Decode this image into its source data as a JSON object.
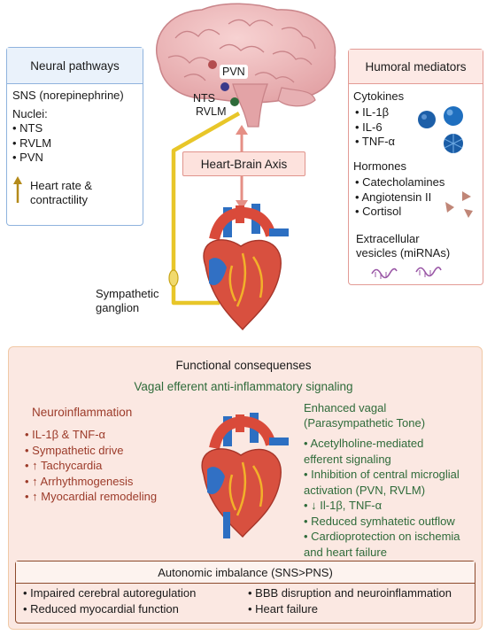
{
  "neural": {
    "title": "Neural pathways",
    "sns": "SNS (norepinephrine)",
    "nuclei_label": "Nuclei:",
    "nuclei": [
      "• NTS",
      "• RVLM",
      "• PVN"
    ],
    "hr_line1": "Heart rate &",
    "hr_line2": "contractility"
  },
  "humoral": {
    "title": "Humoral mediators",
    "cytokines_label": "Cytokines",
    "cytokines": [
      "• IL-1β",
      "• IL-6",
      "• TNF-α"
    ],
    "hormones_label": "Hormones",
    "hormones": [
      "• Catecholamines",
      "• Angiotensin II",
      "• Cortisol"
    ],
    "ev_line1": "Extracellular",
    "ev_line2": "vesicles (miRNAs)"
  },
  "brain_labels": {
    "pvn": "PVN",
    "nts": "NTS",
    "rvlm": "RVLM"
  },
  "axis_label": "Heart-Brain Axis",
  "ganglion": {
    "line1": "Sympathetic",
    "line2": "ganglion"
  },
  "functional": {
    "title": "Functional consequenses",
    "subtitle": "Vagal efferent anti-inflammatory signaling",
    "neuro_title": "Neuroinflammation",
    "neuro_items": [
      "• IL-1β & TNF-α",
      "• Sympathetic drive",
      "• ↑ Tachycardia",
      "• ↑ Arrhythmogenesis",
      "• ↑ Myocardial remodeling"
    ],
    "vagal_title_1": "Enhanced vagal",
    "vagal_title_2": "(Parasympathetic Tone)",
    "vagal_items": [
      "• Acetylholine-mediated",
      "efferent signaling",
      "• Inhibition of central microglial",
      "activation (PVN, RVLM)",
      "• ↓ Il-1β, TNF-α",
      "• Reduced symhatetic outflow",
      "• Cardioprotection on ischemia",
      "and heart failure"
    ]
  },
  "imbalance": {
    "title": "Autonomic imbalance (SNS>PNS)",
    "left": [
      "• Impaired cerebral autoregulation",
      "• Reduced myocardial function"
    ],
    "right": [
      "• BBB disruption and neuroinflammation",
      "• Heart failure"
    ]
  },
  "colors": {
    "neural_border": "#8fb3de",
    "humoral_border": "#e39b95",
    "nerve": "#e8c629",
    "arrow": "#e58f85",
    "neuro_text": "#9c3b2a",
    "vagal_text": "#2f6b3a",
    "panel_bg": "#fbe8e2"
  },
  "icons": [
    "brain-illustration",
    "heart-illustration",
    "up-arrow-icon",
    "cytokine-spheres-icon",
    "hormone-triangles-icon",
    "vesicle-rna-icon"
  ]
}
